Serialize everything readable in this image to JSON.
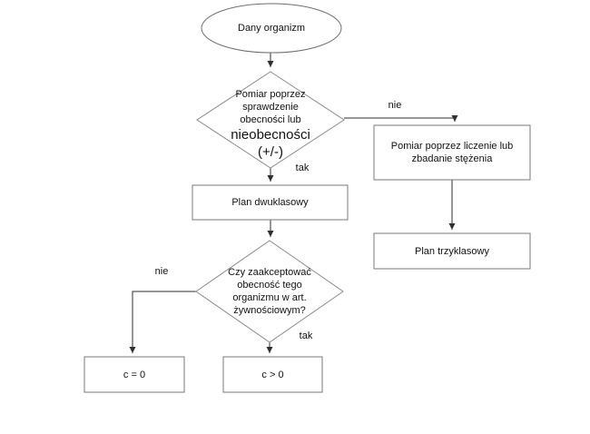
{
  "colors": {
    "background": "#ffffff",
    "shape_stroke": "#6f6f6f",
    "arrow_stroke": "#2f2f2f",
    "text": "#111111"
  },
  "flowchart": {
    "start": {
      "label": "Dany organizm"
    },
    "decision_measure": {
      "text_small": "Pomiar poprzez\nsprawdzenie\nobecności lub",
      "text_large": "nieobecności\n(+/-)"
    },
    "plan_two_class": {
      "label": "Plan dwuklasowy"
    },
    "measure_counting": {
      "label": "Pomiar poprzez liczenie lub\nzbadanie stężenia"
    },
    "plan_three_class": {
      "label": "Plan trzyklasowy"
    },
    "decision_accept": {
      "label": "Czy zaakceptować\nobecność tego\norganizmu w art.\nżywnościowym?"
    },
    "c_zero": {
      "label": "c = 0"
    },
    "c_positive": {
      "label": "c > 0"
    },
    "edges": {
      "measure_yes": "tak",
      "measure_no": "nie",
      "accept_yes": "tak",
      "accept_no": "nie"
    }
  }
}
